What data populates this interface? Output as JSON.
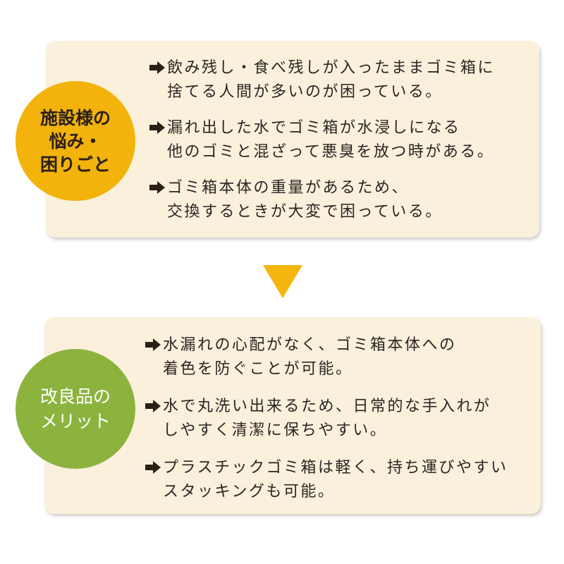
{
  "colors": {
    "card_bg": "#faf0dc",
    "orange_badge": "#f3b30b",
    "green_badge": "#8db33f",
    "triangle": "#f4b60d",
    "text": "#2b2522"
  },
  "problems": {
    "badge": {
      "lines": [
        "施設様の",
        "悩み・",
        "困りごと"
      ]
    },
    "items": [
      {
        "icon": "right-arrow-icon",
        "lines": [
          "飲み残し・食べ残しが入ったままゴミ箱に",
          "捨てる人間が多いのが困っている。"
        ]
      },
      {
        "icon": "right-arrow-icon",
        "lines": [
          "漏れ出した水でゴミ箱が水浸しになる",
          "他のゴミと混ざって悪臭を放つ時がある。"
        ]
      },
      {
        "icon": "right-arrow-icon",
        "lines": [
          "ゴミ箱本体の重量があるため、",
          "交換するときが大変で困っている。"
        ]
      }
    ]
  },
  "divider": {
    "icon": "down-triangle-icon"
  },
  "benefits": {
    "badge": {
      "lines": [
        "改良品の",
        "メリット"
      ]
    },
    "items": [
      {
        "icon": "right-arrow-icon",
        "lines": [
          "水漏れの心配がなく、ゴミ箱本体への",
          "着色を防ぐことが可能。"
        ]
      },
      {
        "icon": "right-arrow-icon",
        "lines": [
          "水で丸洗い出来るため、日常的な手入れが",
          "しやすく清潔に保ちやすい。"
        ]
      },
      {
        "icon": "right-arrow-icon",
        "lines": [
          "プラスチックゴミ箱は軽く、持ち運びやすい",
          "スタッキングも可能。"
        ]
      }
    ]
  }
}
